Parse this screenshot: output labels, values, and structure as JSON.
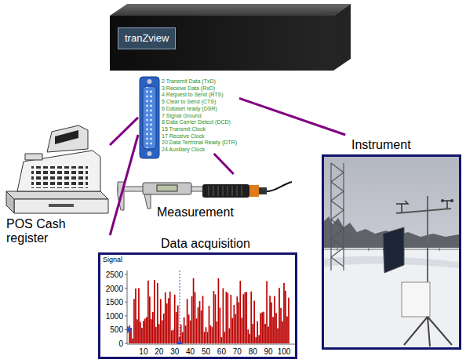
{
  "diagram": {
    "nodes": [
      {
        "text": [
          "tranZview"
        ]
      },
      {
        "text": [
          "2 Transmit Data (TxD)",
          "3 Receive Data (RxD)",
          "4 Request to Send (RTS)",
          "5 Clear to Send (CTS)",
          "6 Dataset ready (DSR)",
          "7 Signal Ground",
          "8 Data Carrier Detect (DCD)",
          "15 Transmit Clock",
          "17 Receive Clock",
          "20 Data Terminal Ready (DTR)",
          "24 Auxiliary Clock"
        ]
      },
      {
        "text": [
          "POS Cash register"
        ]
      },
      {
        "text": [
          "Measurement"
        ]
      },
      {
        "text": [
          "Data acquisition"
        ]
      },
      {
        "text": [
          "Instrument"
        ]
      }
    ],
    "edges": [
      {
        "from": 1,
        "to": 2,
        "arrow": "none"
      },
      {
        "from": 1,
        "to": 3,
        "arrow": "none"
      },
      {
        "from": 1,
        "to": 4,
        "arrow": "none"
      },
      {
        "from": 1,
        "to": 5,
        "arrow": "none"
      }
    ],
    "labels": [
      "Signal",
      "2500",
      "2000",
      "1500",
      "1000",
      "500",
      "0",
      "10",
      "20",
      "30",
      "40",
      "50",
      "60",
      "70",
      "80",
      "90",
      "100"
    ]
  }
}
